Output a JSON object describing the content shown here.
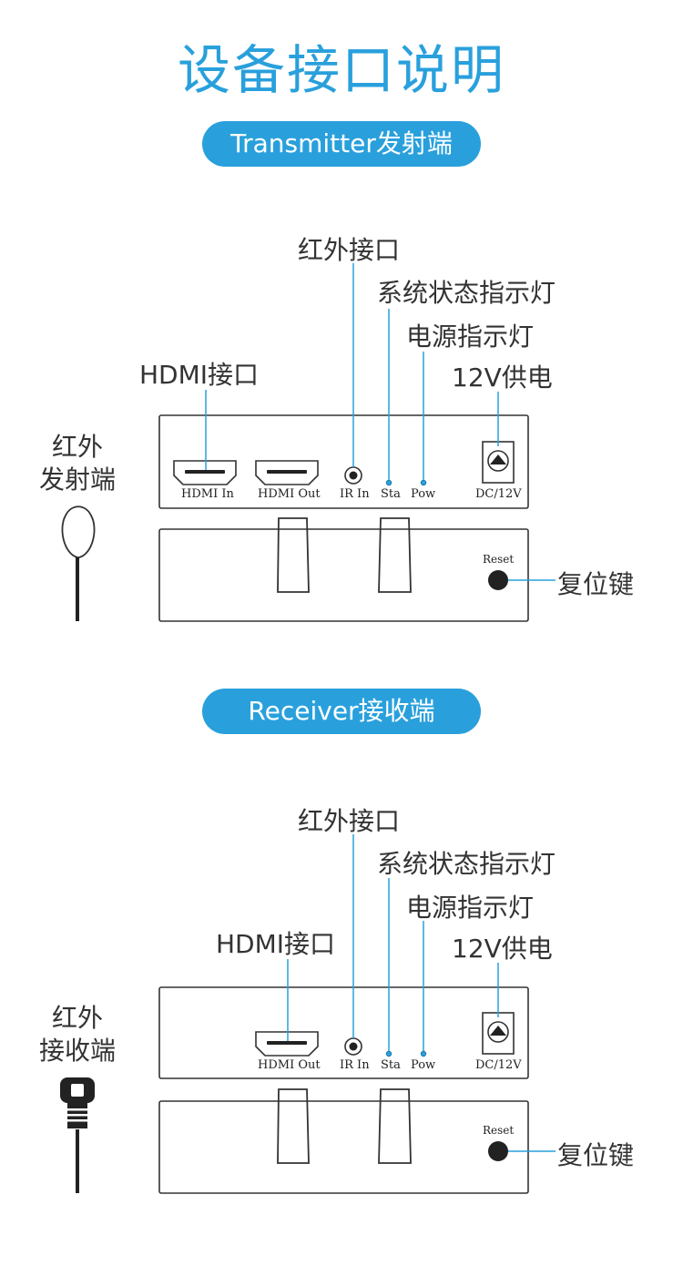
{
  "title": "设备接口说明",
  "colors": {
    "accent": "#29a0dc",
    "stroke": "#333333"
  },
  "transmitter": {
    "heading": "Transmitter发射端",
    "callouts": {
      "ir_port": "红外接口",
      "status_led": "系统状态指示灯",
      "power_led": "电源指示灯",
      "hdmi_port": "HDMI接口",
      "power_supply": "12V供电",
      "reset_key": "复位键"
    },
    "ports": {
      "hdmi_in": "HDMI In",
      "hdmi_out": "HDMI Out",
      "ir_in": "IR In",
      "sta": "Sta",
      "pow": "Pow",
      "dc": "DC/12V",
      "reset": "Reset"
    },
    "accessory_label": [
      "红外",
      "发射端"
    ]
  },
  "receiver": {
    "heading": "Receiver接收端",
    "callouts": {
      "ir_port": "红外接口",
      "status_led": "系统状态指示灯",
      "power_led": "电源指示灯",
      "hdmi_port": "HDMI接口",
      "power_supply": "12V供电",
      "reset_key": "复位键"
    },
    "ports": {
      "hdmi_out": "HDMI Out",
      "ir_in": "IR In",
      "sta": "Sta",
      "pow": "Pow",
      "dc": "DC/12V",
      "reset": "Reset"
    },
    "accessory_label": [
      "红外",
      "接收端"
    ]
  }
}
